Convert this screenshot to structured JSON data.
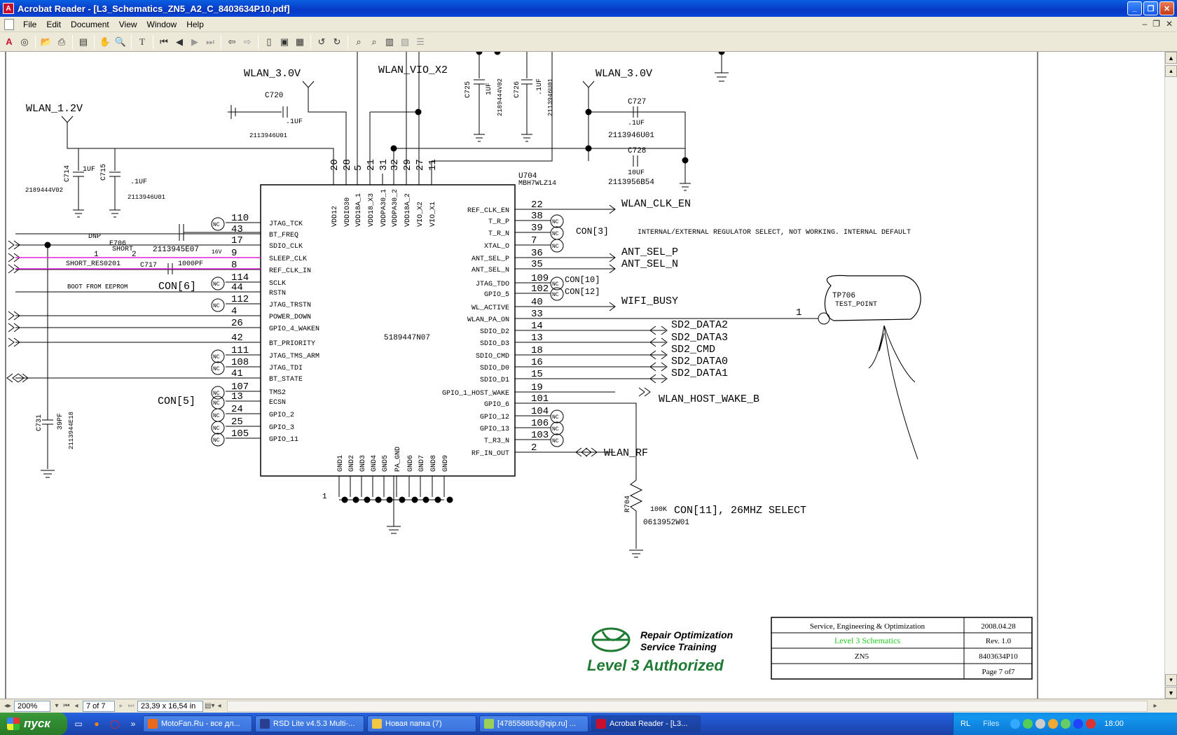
{
  "window": {
    "title": "Acrobat Reader - [L3_Schematics_ZN5_A2_C_8403634P10.pdf]",
    "app_icon": "A"
  },
  "menu": {
    "items": [
      "File",
      "Edit",
      "Document",
      "View",
      "Window",
      "Help"
    ]
  },
  "toolbar": {
    "icons": [
      "adobe-logo-icon",
      "get-reader-icon",
      "open-icon",
      "print-icon",
      "bookmarks-icon",
      "hand-tool-icon",
      "zoom-tool-icon",
      "text-select-icon",
      "first-page-icon",
      "prev-page-icon",
      "next-page-icon",
      "last-page-icon",
      "go-back-icon",
      "go-forward-icon",
      "actual-size-icon",
      "fit-page-icon",
      "fit-width-icon",
      "rotate-left-icon",
      "rotate-right-icon",
      "find-icon",
      "search-icon",
      "ebook-icon",
      "read-mode-icon",
      "reflow-icon"
    ]
  },
  "schematic": {
    "nets": {
      "wlan_30_a": "WLAN_3.0V",
      "wlan_30_b": "WLAN_3.0V",
      "wlan_12": "WLAN_1.2V",
      "wlan_vio_x2": "WLAN_VIO_X2",
      "wlan_clk_en": "WLAN_CLK_EN",
      "ant_sel_p": "ANT_SEL_P",
      "ant_sel_n": "ANT_SEL_N",
      "wifi_busy": "WIFI_BUSY",
      "sd2_data2": "SD2_DATA2",
      "sd2_data3": "SD2_DATA3",
      "sd2_cmd": "SD2_CMD",
      "sd2_data0": "SD2_DATA0",
      "sd2_data1": "SD2_DATA1",
      "wlan_host_wake_b": "WLAN_HOST_WAKE_B",
      "wlan_rf": "WLAN_RF"
    },
    "components": {
      "c720": "C720",
      "c720_val": ".1UF",
      "c720_pn": "2113946U01",
      "c714": "C714",
      "c714_val": "1UF",
      "c715": "C715",
      "c715_val": ".1UF",
      "c714_pn": "2189444V02",
      "c715_pn": "2113946U01",
      "c725": "C725",
      "c725_val": "1UF",
      "c725_pn": "2189444V02",
      "c726": "C726",
      "c726_val": ".1UF",
      "c726_pn": "2113946U01",
      "c727": "C727",
      "c727_val": ".1UF",
      "c727_pn": "2113946U01",
      "c728": "C728",
      "c728_val": "10UF",
      "c728_pn": "2113956B54",
      "u704": "U704",
      "u704_pn": "MBH7WLZ14",
      "ic_pn": "5189447N07",
      "e706": "E706",
      "dnp": "DNP",
      "short": "SHORT",
      "e706_pn": "2113945E07",
      "e706_v": "16V",
      "short_res": "SHORT_RES0201",
      "c717": "C717",
      "c717_val": "1000PF",
      "boot": "BOOT FROM EEPROM",
      "c731": "C731",
      "c731_val": "39PF",
      "c731_pn": "2113944E18",
      "r704": "R704",
      "r704_val": "100K",
      "r704_pn": "0613952W01",
      "tp706": "TP706",
      "test_point": "TEST_POINT",
      "tp_pin": "1"
    },
    "con_labels": {
      "con3": "CON[3]",
      "con6": "CON[6]",
      "con5": "CON[5]",
      "con10": "CON[10]",
      "con12": "CON[12]",
      "con11": "CON[11], 26MHZ SELECT"
    },
    "note": "INTERNAL/EXTERNAL REGULATOR SELECT, NOT WORKING. INTERNAL DEFAULT",
    "top_pins": [
      {
        "num": "20",
        "name": "VDD12"
      },
      {
        "num": "28",
        "name": "VDDIO30"
      },
      {
        "num": "5",
        "name": "VDD18A_1"
      },
      {
        "num": "21",
        "name": "VDD18_X3"
      },
      {
        "num": "31",
        "name": "VDDPA30_1"
      },
      {
        "num": "32",
        "name": "VDDPA30_2"
      },
      {
        "num": "29",
        "name": "VDD18A_2"
      },
      {
        "num": "27",
        "name": "VIO_X2"
      },
      {
        "num": "11",
        "name": "VIO_X1"
      }
    ],
    "left_pins": [
      {
        "num": "110",
        "name": "JTAG_TCK",
        "nc": true
      },
      {
        "num": "43",
        "name": "BT_FREQ",
        "nc": false
      },
      {
        "num": "17",
        "name": "SDIO_CLK",
        "nc": false
      },
      {
        "num": "9",
        "name": "SLEEP_CLK",
        "nc": false
      },
      {
        "num": "8",
        "name": "REF_CLK_IN",
        "nc": false
      },
      {
        "num": "114",
        "name": "SCLK",
        "nc": true
      },
      {
        "num": "44",
        "name": "RSTN",
        "nc": false
      },
      {
        "num": "112",
        "name": "JTAG_TRSTN",
        "nc": true
      },
      {
        "num": "4",
        "name": "POWER_DOWN",
        "nc": false
      },
      {
        "num": "26",
        "name": "GPIO_4_WAKEN",
        "nc": false
      },
      {
        "num": "42",
        "name": "BT_PRIORITY",
        "nc": false
      },
      {
        "num": "111",
        "name": "JTAG_TMS_ARM",
        "nc": true
      },
      {
        "num": "108",
        "name": "JTAG_TDI",
        "nc": true
      },
      {
        "num": "41",
        "name": "BT_STATE",
        "nc": false
      },
      {
        "num": "107",
        "name": "TMS2",
        "nc": true
      },
      {
        "num": "13",
        "name": "ECSN",
        "nc": true
      },
      {
        "num": "24",
        "name": "GPIO_2",
        "nc": true
      },
      {
        "num": "25",
        "name": "GPIO_3",
        "nc": true
      },
      {
        "num": "105",
        "name": "GPIO_11",
        "nc": true
      }
    ],
    "right_pins": [
      {
        "num": "22",
        "name": "REF_CLK_EN",
        "nc": false
      },
      {
        "num": "38",
        "name": "T_R_P",
        "nc": true
      },
      {
        "num": "39",
        "name": "T_R_N",
        "nc": true
      },
      {
        "num": "7",
        "name": "XTAL_O",
        "nc": true
      },
      {
        "num": "36",
        "name": "ANT_SEL_P",
        "nc": false
      },
      {
        "num": "35",
        "name": "ANT_SEL_N",
        "nc": false
      },
      {
        "num": "109",
        "name": "JTAG_TDO",
        "nc": true
      },
      {
        "num": "102",
        "name": "GPIO_5",
        "nc": true
      },
      {
        "num": "40",
        "name": "WL_ACTIVE",
        "nc": false
      },
      {
        "num": "33",
        "name": "WLAN_PA_ON",
        "nc": false
      },
      {
        "num": "14",
        "name": "SDIO_D2",
        "nc": false
      },
      {
        "num": "13",
        "name": "SDIO_D3",
        "nc": false
      },
      {
        "num": "18",
        "name": "SDIO_CMD",
        "nc": false
      },
      {
        "num": "16",
        "name": "SDIO_D0",
        "nc": false
      },
      {
        "num": "15",
        "name": "SDIO_D1",
        "nc": false
      },
      {
        "num": "19",
        "name": "GPIO_1_HOST_WAKE",
        "nc": false
      },
      {
        "num": "101",
        "name": "GPIO_6",
        "nc": false
      },
      {
        "num": "104",
        "name": "GPIO_12",
        "nc": true
      },
      {
        "num": "106",
        "name": "GPIO_13",
        "nc": true
      },
      {
        "num": "103",
        "name": "T_R3_N",
        "nc": true
      },
      {
        "num": "2",
        "name": "RF_IN_OUT",
        "nc": false
      }
    ],
    "bottom_pins": [
      "GND1",
      "GND2",
      "GND3",
      "GND4",
      "GND5",
      "PA_GND",
      "GND6",
      "GND7",
      "GND8",
      "GND9"
    ],
    "nc_label": "NC"
  },
  "titleblock": {
    "logo_line1": "Repair Optimization",
    "logo_line2": "Service Training",
    "logo_line3": "Level 3 Authorized",
    "org": "Service, Engineering & Optimization",
    "date": "2008.04.28",
    "level": "Level 3 Schematics",
    "rev": "Rev. 1.0",
    "model": "ZN5",
    "doc_no": "8403634P10",
    "page": "Page 7 of7"
  },
  "status": {
    "zoom": "200%",
    "page": "7 of 7",
    "size": "23,39 x 16,54 in"
  },
  "taskbar": {
    "start": "пуск",
    "tasks": [
      {
        "label": "MotoFan.Ru - все дл...",
        "color": "#e86a1a"
      },
      {
        "label": "RSD Lite v4.5.3 Multi-...",
        "color": "#2a3f8f"
      },
      {
        "label": "Новая папка (7)",
        "color": "#f2c744"
      },
      {
        "label": "[478558883@qip.ru] ...",
        "color": "#9ccf5a"
      },
      {
        "label": "Acrobat Reader - [L3...",
        "color": "#c8102e"
      }
    ],
    "tray_lang": "RL",
    "tray_files": "Files",
    "clock": "18:00"
  },
  "colors": {
    "accent_green": "#1f7a34",
    "highlight_magenta": "#e020e0",
    "level_green": "#22cc22"
  }
}
